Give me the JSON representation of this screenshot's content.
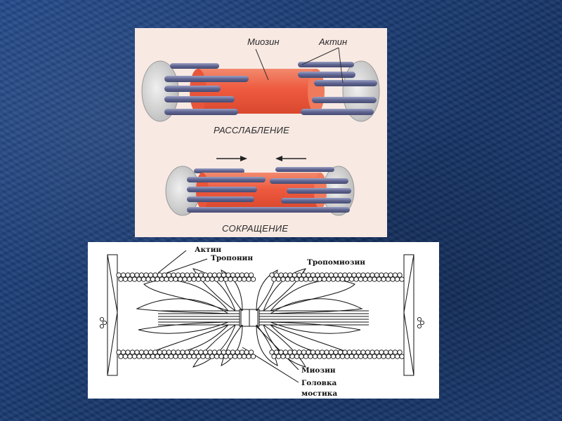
{
  "top": {
    "myosin_label": "Миозин",
    "actin_label": "Актин",
    "relaxed_caption": "РАССЛАБЛЕНИЕ",
    "contracted_caption": "СОКРАЩЕНИЕ"
  },
  "bottom": {
    "actin_label": "Актин",
    "troponin_label": "Тропонин",
    "tropomyosin_label": "Тропомиозин",
    "myosin_label": "Миозин",
    "head_label_line1": "Головка",
    "head_label_line2": "мостика"
  },
  "colors": {
    "background": "#1c3f78",
    "myosin": "#ee5a3f",
    "actin": "#6a6f98",
    "panel_top": "#f8e9e3"
  }
}
